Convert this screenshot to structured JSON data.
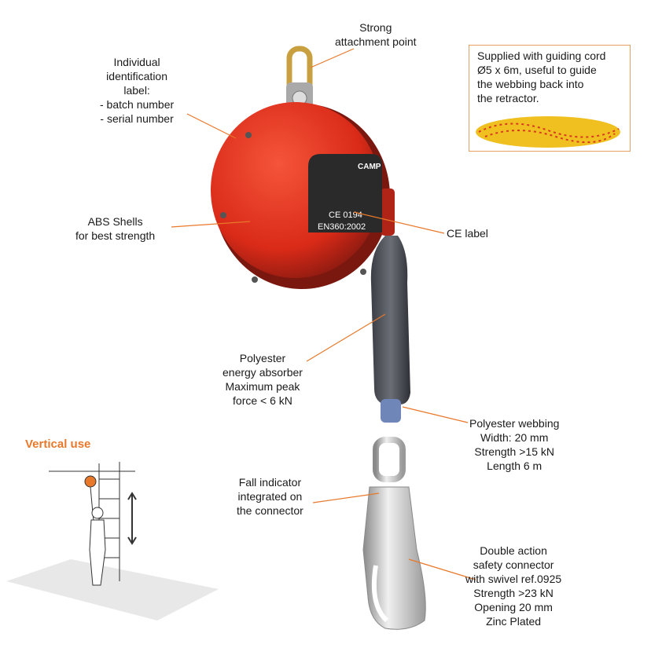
{
  "callouts": {
    "attachment": [
      "Strong",
      "attachment point"
    ],
    "identification": [
      "Individual",
      "identification",
      "label:",
      "- batch number",
      "- serial number"
    ],
    "shells": [
      "ABS Shells",
      "for best strength"
    ],
    "ce_label": [
      "CE label"
    ],
    "absorber": [
      "Polyester",
      "energy absorber",
      "Maximum peak",
      "force < 6 kN"
    ],
    "webbing": [
      "Polyester webbing",
      "Width: 20 mm",
      "Strength >15 kN",
      "Length 6 m"
    ],
    "fall_indicator": [
      "Fall indicator",
      "integrated on",
      "the connector"
    ],
    "connector": [
      "Double action",
      "safety connector",
      "with swivel ref.0925",
      "Strength >23 kN",
      "Opening 20 mm",
      "Zinc Plated"
    ]
  },
  "cord_box": [
    "Supplied with guiding cord",
    "Ø5 x 6m, useful to guide",
    "the webbing back into",
    "the retractor."
  ],
  "device_label": {
    "brand": "CAMP",
    "ce": "CE 0194",
    "norm": "EN360:2002"
  },
  "vertical_use": {
    "title": "Vertical use"
  },
  "colors": {
    "accent": "#e8782a",
    "device_red": "#e0301e"
  }
}
